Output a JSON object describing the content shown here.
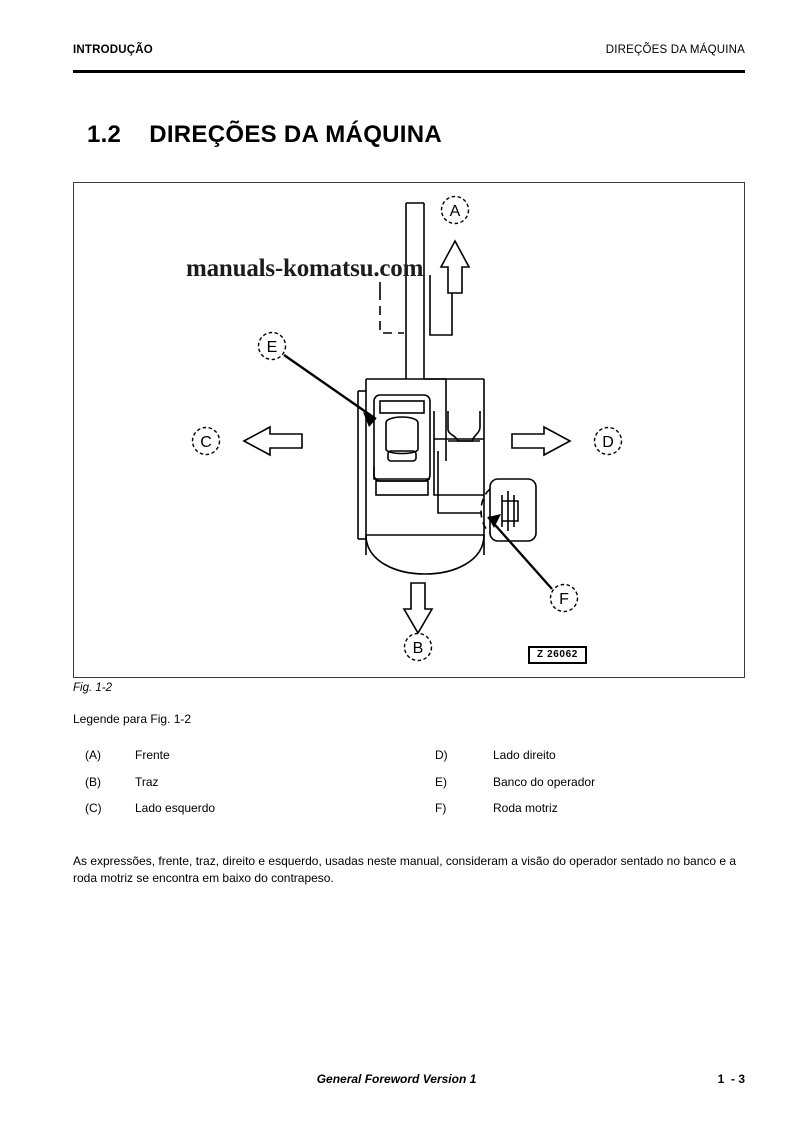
{
  "header": {
    "left": "INTRODUÇÃO",
    "right": "DIREÇÕES DA MÁQUINA"
  },
  "title": {
    "number": "1.2",
    "text": "DIREÇÕES DA MÁQUINA"
  },
  "figure": {
    "watermark": "manuals-komatsu.com",
    "drawing_number": "Z 26062",
    "caption": "Fig. 1-2",
    "callouts": [
      {
        "label": "A",
        "meaning": "front-arrow-up"
      },
      {
        "label": "B",
        "meaning": "rear-arrow-down"
      },
      {
        "label": "C",
        "meaning": "left-arrow-left"
      },
      {
        "label": "D",
        "meaning": "right-arrow-right"
      },
      {
        "label": "E",
        "meaning": "operator-seat-leader"
      },
      {
        "label": "F",
        "meaning": "drive-wheel-leader"
      }
    ]
  },
  "legend": {
    "heading": "Legende para Fig. 1-2",
    "rows": [
      {
        "left_key": "(A)",
        "left_val": "Frente",
        "right_key": "D)",
        "right_val": "Lado direito"
      },
      {
        "left_key": "(B)",
        "left_val": "Traz",
        "right_key": "E)",
        "right_val": "Banco do operador"
      },
      {
        "left_key": "(C)",
        "left_val": "Lado esquerdo",
        "right_key": "F)",
        "right_val": "Roda motriz"
      }
    ]
  },
  "body": {
    "paragraph": "As expressões, frente, traz, direito e esquerdo, usadas neste manual, consideram a visão do operador sentado no banco e a roda motriz se encontra em baixo do contrapeso."
  },
  "footer": {
    "center": "General Foreword Version 1",
    "page": "1  - 3"
  },
  "colors": {
    "ink": "#000000",
    "frame": "#3a3a3a",
    "paper": "#ffffff"
  }
}
